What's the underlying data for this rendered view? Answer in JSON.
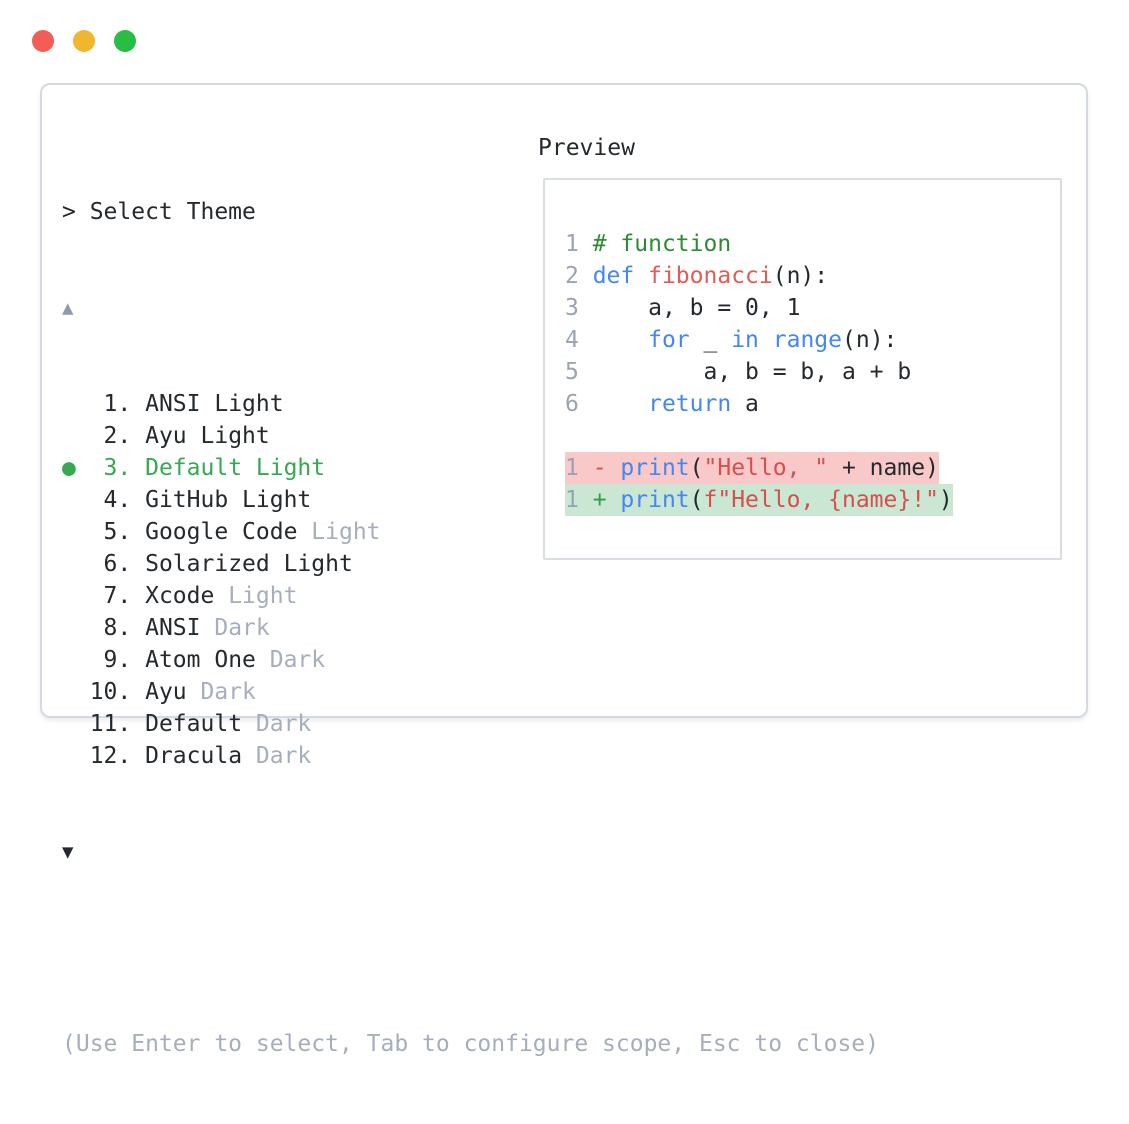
{
  "window": {
    "controls": [
      {
        "name": "close",
        "color": "#f25e55"
      },
      {
        "name": "minimize",
        "color": "#f2b52f"
      },
      {
        "name": "maximize",
        "color": "#28bd43"
      }
    ]
  },
  "palette": {
    "dark": "#24292f",
    "muted": "#a6aebe",
    "green": "#36a850",
    "arrow": "#8e99ad",
    "border": "#d5d9e1",
    "border2": "#d9dde4",
    "linenum": "#9aa2b3",
    "keyword": "#4486f2",
    "function": "#e25c55",
    "string": "#d5504d",
    "comment": "#2f8a35",
    "minus": "#d5504d",
    "plus": "#2f9e47",
    "bg_removed": "#f8c9c8",
    "bg_added": "#c9e7d3"
  },
  "picker": {
    "prompt": "> Select Theme",
    "scroll_up_icon": "▲",
    "scroll_down_icon": "▼",
    "selected_marker": "●",
    "items": [
      {
        "number": "1",
        "label": "ANSI Light",
        "suffix": "",
        "selected": false
      },
      {
        "number": "2",
        "label": "Ayu Light",
        "suffix": "",
        "selected": false
      },
      {
        "number": "3",
        "label": "Default Light",
        "suffix": "",
        "selected": true
      },
      {
        "number": "4",
        "label": "GitHub Light",
        "suffix": "",
        "selected": false
      },
      {
        "number": "5",
        "label": "Google Code",
        "suffix": "Light",
        "selected": false
      },
      {
        "number": "6",
        "label": "Solarized Light",
        "suffix": "",
        "selected": false
      },
      {
        "number": "7",
        "label": "Xcode",
        "suffix": "Light",
        "selected": false
      },
      {
        "number": "8",
        "label": "ANSI",
        "suffix": "Dark",
        "selected": false
      },
      {
        "number": "9",
        "label": "Atom One",
        "suffix": "Dark",
        "selected": false
      },
      {
        "number": "10",
        "label": "Ayu",
        "suffix": "Dark",
        "selected": false
      },
      {
        "number": "11",
        "label": "Default",
        "suffix": "Dark",
        "selected": false
      },
      {
        "number": "12",
        "label": "Dracula",
        "suffix": "Dark",
        "selected": false
      }
    ],
    "help": "(Use Enter to select, Tab to configure scope, Esc to close)"
  },
  "preview": {
    "title": "Preview",
    "code_lines": [
      {
        "num": "1",
        "diff": null,
        "tokens": [
          [
            "# function",
            "comment"
          ]
        ]
      },
      {
        "num": "2",
        "diff": null,
        "tokens": [
          [
            "def",
            "keyword"
          ],
          [
            " ",
            "plain"
          ],
          [
            "fibonacci",
            "function"
          ],
          [
            "(n):",
            "plain"
          ]
        ]
      },
      {
        "num": "3",
        "diff": null,
        "tokens": [
          [
            "    a, b = 0, 1",
            "plain"
          ]
        ]
      },
      {
        "num": "4",
        "diff": null,
        "tokens": [
          [
            "    ",
            "plain"
          ],
          [
            "for",
            "keyword"
          ],
          [
            " _ ",
            "plain"
          ],
          [
            "in",
            "keyword"
          ],
          [
            " ",
            "plain"
          ],
          [
            "range",
            "keyword"
          ],
          [
            "(n):",
            "plain"
          ]
        ]
      },
      {
        "num": "5",
        "diff": null,
        "tokens": [
          [
            "        a, b = b, a + b",
            "plain"
          ]
        ]
      },
      {
        "num": "6",
        "diff": null,
        "tokens": [
          [
            "    ",
            "plain"
          ],
          [
            "return",
            "keyword"
          ],
          [
            " a",
            "plain"
          ]
        ]
      },
      {
        "num": "",
        "diff": null,
        "tokens": []
      },
      {
        "num": "1",
        "diff": "removed",
        "tokens": [
          [
            "- ",
            "minus"
          ],
          [
            "print",
            "keyword"
          ],
          [
            "(",
            "plain"
          ],
          [
            "\"Hello, \"",
            "string"
          ],
          [
            " + name)",
            "plain"
          ]
        ]
      },
      {
        "num": "1",
        "diff": "added",
        "tokens": [
          [
            "+ ",
            "plus"
          ],
          [
            "print",
            "keyword"
          ],
          [
            "(",
            "plain"
          ],
          [
            "f\"Hello, {name}!\"",
            "string"
          ],
          [
            ")",
            "plain"
          ]
        ]
      }
    ]
  }
}
